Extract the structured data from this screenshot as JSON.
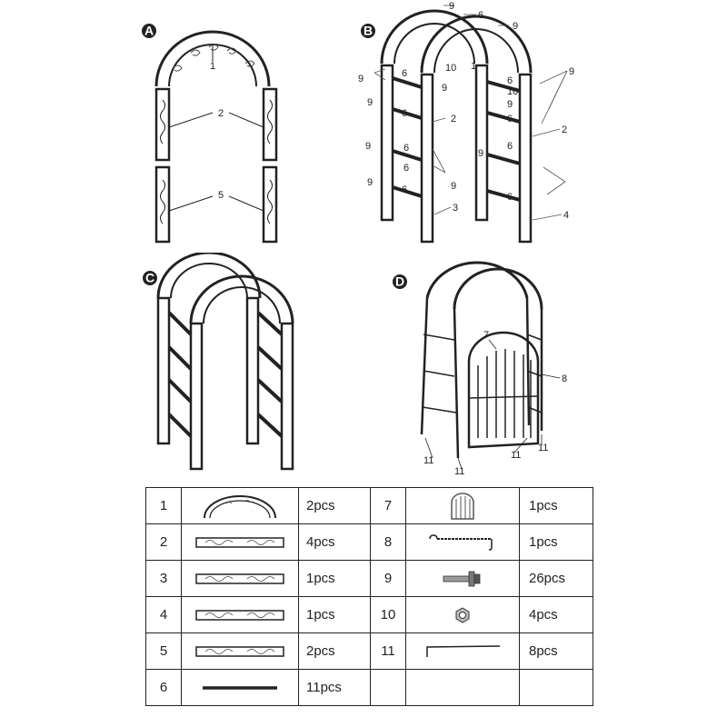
{
  "steps": {
    "A": {
      "badge": "A",
      "callouts": [
        "1",
        "2",
        "5"
      ]
    },
    "B": {
      "badge": "B",
      "callouts": [
        "9",
        "6",
        "9",
        "9",
        "6",
        "10",
        "1",
        "9",
        "9",
        "6",
        "10",
        "9",
        "6",
        "2",
        "9",
        "6",
        "6",
        "9",
        "6",
        "6",
        "9",
        "9",
        "6",
        "9",
        "6",
        "3",
        "2",
        "4"
      ]
    },
    "C": {
      "badge": "C"
    },
    "D": {
      "badge": "D",
      "callouts": [
        "7",
        "8",
        "11",
        "11",
        "11",
        "11"
      ]
    }
  },
  "parts_table": {
    "rows": [
      {
        "left": {
          "num": "1",
          "icon": "arch-top-icon",
          "qty": "2pcs"
        },
        "right": {
          "num": "7",
          "icon": "gate-icon",
          "qty": "1pcs"
        }
      },
      {
        "left": {
          "num": "2",
          "icon": "scroll-panel-icon",
          "qty": "4pcs"
        },
        "right": {
          "num": "8",
          "icon": "hook-chain-icon",
          "qty": "1pcs"
        }
      },
      {
        "left": {
          "num": "3",
          "icon": "scroll-panel-icon",
          "qty": "1pcs"
        },
        "right": {
          "num": "9",
          "icon": "bolt-icon",
          "qty": "26pcs"
        }
      },
      {
        "left": {
          "num": "4",
          "icon": "scroll-panel-icon",
          "qty": "1pcs"
        },
        "right": {
          "num": "10",
          "icon": "nut-icon",
          "qty": "4pcs"
        }
      },
      {
        "left": {
          "num": "5",
          "icon": "scroll-panel-icon",
          "qty": "2pcs"
        },
        "right": {
          "num": "11",
          "icon": "ground-stake-icon",
          "qty": "8pcs"
        }
      },
      {
        "left": {
          "num": "6",
          "icon": "rod-icon",
          "qty": "11pcs"
        },
        "right": {
          "num": "",
          "icon": "",
          "qty": ""
        }
      }
    ]
  }
}
